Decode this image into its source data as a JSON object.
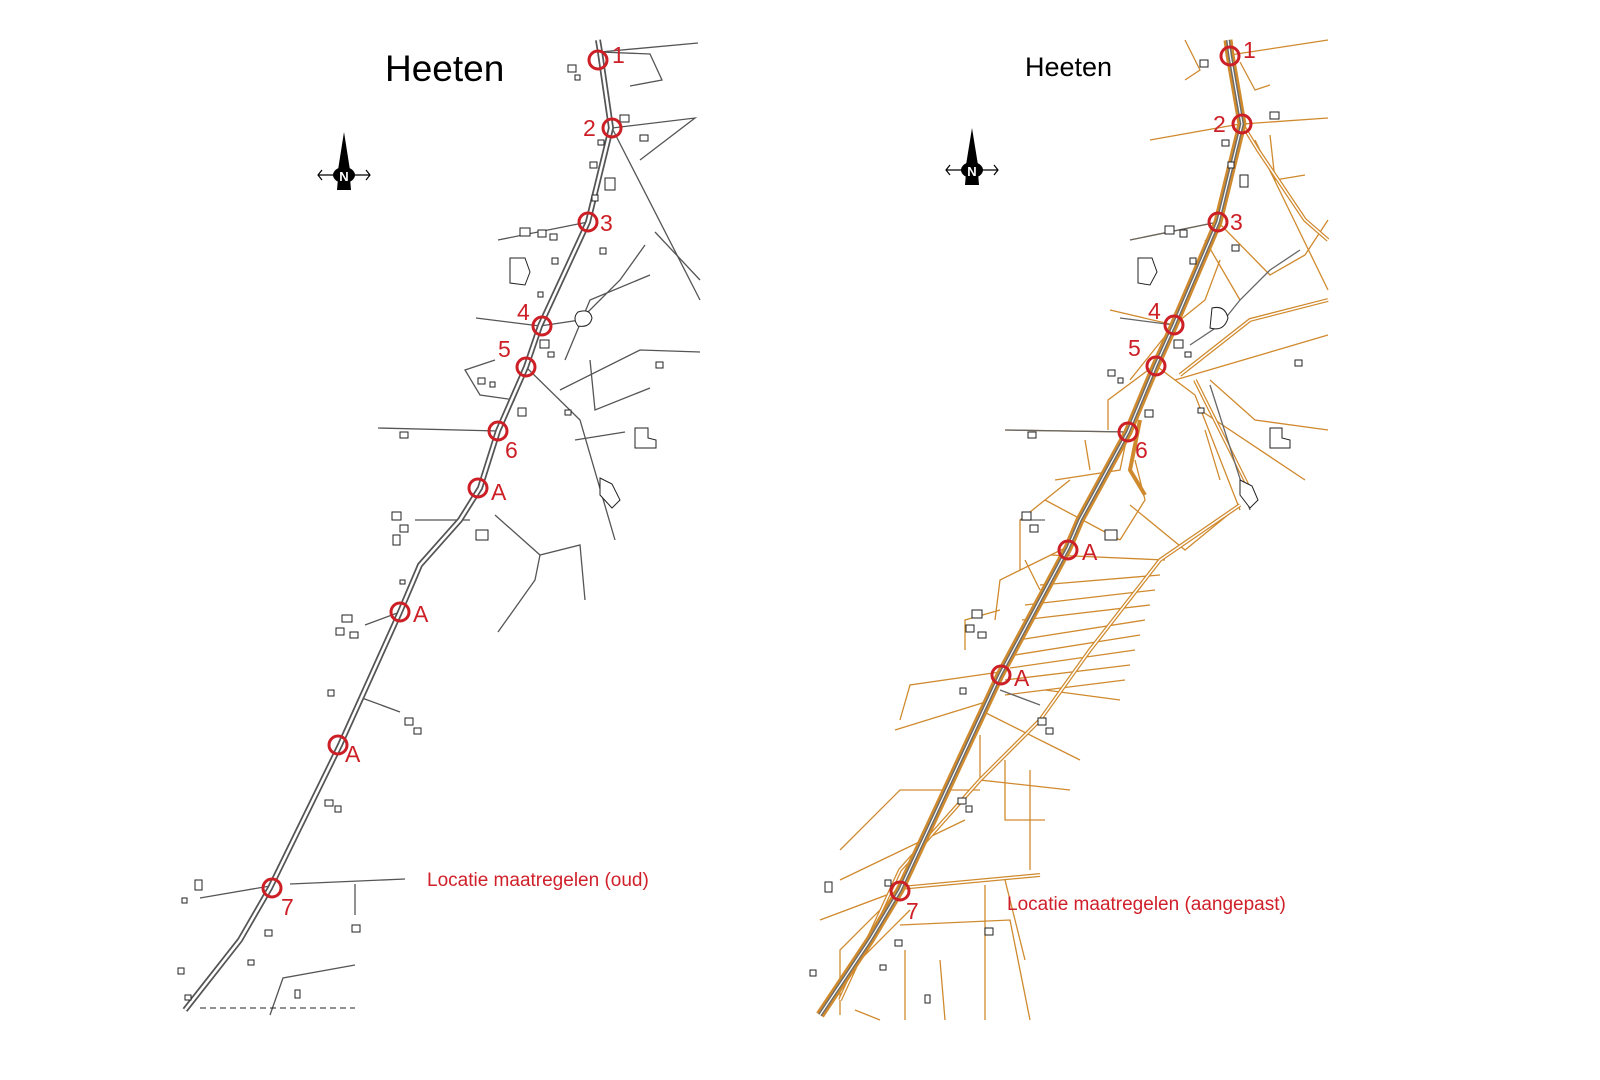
{
  "colors": {
    "marker": "#cc1f26",
    "road_old": "#555555",
    "road_new": "#d08a2e",
    "main_road_core": "#6b6b6b"
  },
  "icons": [
    "north-arrow-icon"
  ],
  "north_arrow": {
    "label": "N"
  },
  "left_map": {
    "title": "Heeten",
    "legend": "Locatie maatregelen (oud)",
    "markers": [
      {
        "label": "1"
      },
      {
        "label": "2"
      },
      {
        "label": "3"
      },
      {
        "label": "4"
      },
      {
        "label": "5"
      },
      {
        "label": "6"
      },
      {
        "label": "A"
      },
      {
        "label": "A"
      },
      {
        "label": "A"
      },
      {
        "label": "7"
      }
    ]
  },
  "right_map": {
    "title": "Heeten",
    "legend": "Locatie maatregelen (aangepast)",
    "markers": [
      {
        "label": "1"
      },
      {
        "label": "2"
      },
      {
        "label": "3"
      },
      {
        "label": "4"
      },
      {
        "label": "5"
      },
      {
        "label": "6"
      },
      {
        "label": "A"
      },
      {
        "label": "A"
      },
      {
        "label": "7"
      }
    ]
  }
}
